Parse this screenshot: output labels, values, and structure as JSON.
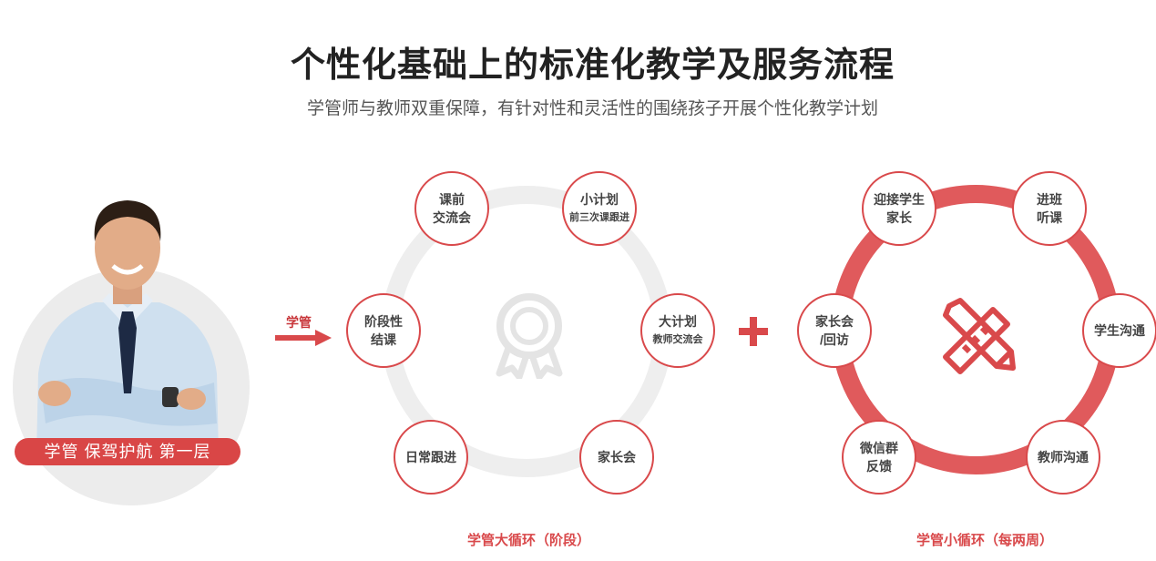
{
  "header": {
    "title": "个性化基础上的标准化教学及服务流程",
    "subtitle": "学管师与教师双重保障，有针对性和灵活性的围绕孩子开展个性化教学计划"
  },
  "person": {
    "label": "学管 保驾护航 第一层"
  },
  "arrow": {
    "label": "学管"
  },
  "big_cycle": {
    "caption": "学管大循环（阶段）",
    "nodes": [
      {
        "line1": "课前",
        "line2": "交流会"
      },
      {
        "line1": "小计划",
        "line2": "前三次课跟进"
      },
      {
        "line1": "大计划",
        "line2": "教师交流会"
      },
      {
        "line1": "家长会",
        "line2": ""
      },
      {
        "line1": "日常跟进",
        "line2": ""
      },
      {
        "line1": "阶段性",
        "line2": "结课"
      }
    ]
  },
  "small_cycle": {
    "caption": "学管小循环（每两周）",
    "nodes": [
      {
        "line1": "迎接学生",
        "line2": "家长"
      },
      {
        "line1": "进班",
        "line2": "听课"
      },
      {
        "line1": "学生沟通",
        "line2": ""
      },
      {
        "line1": "教师沟通",
        "line2": ""
      },
      {
        "line1": "微信群",
        "line2": "反馈"
      },
      {
        "line1": "家长会",
        "line2": "/回访"
      }
    ]
  },
  "icons": {
    "big_center": "award-ribbon-icon",
    "small_center": "pencil-ruler-icon",
    "plus": "plus-icon",
    "arrow": "arrow-right-icon"
  },
  "colors": {
    "accent": "#d9494b",
    "ring_gray": "#eeeeee",
    "ring_red": "#e05a5c"
  }
}
